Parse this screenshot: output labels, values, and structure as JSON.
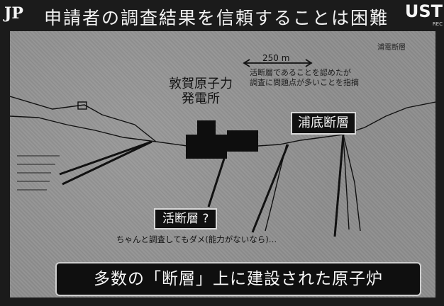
{
  "header": {
    "logo_left": "JP",
    "title": "申請者の調査結果を信頼することは困難",
    "logo_right": "UST",
    "logo_right_sub": "REC"
  },
  "slide": {
    "scale_label": "250 m",
    "note_top": "浦電断層",
    "note_center": "活断層であることを認めたが\n調査に問題点が多いことを指摘",
    "plant_label": "敦賀原子力\n発電所",
    "fault_right_label": "浦底断層",
    "fault_active_label": "活断層 ?",
    "note_bottom": "ちゃんと調査してもダメ(能力がないなら)…",
    "banner": "多数の「断層」上に建設された原子炉"
  },
  "colors": {
    "background": "#1b1b1b",
    "slide_gray": "#8f8f8f",
    "box_black": "#111111",
    "text_white": "#f5f5f5"
  }
}
